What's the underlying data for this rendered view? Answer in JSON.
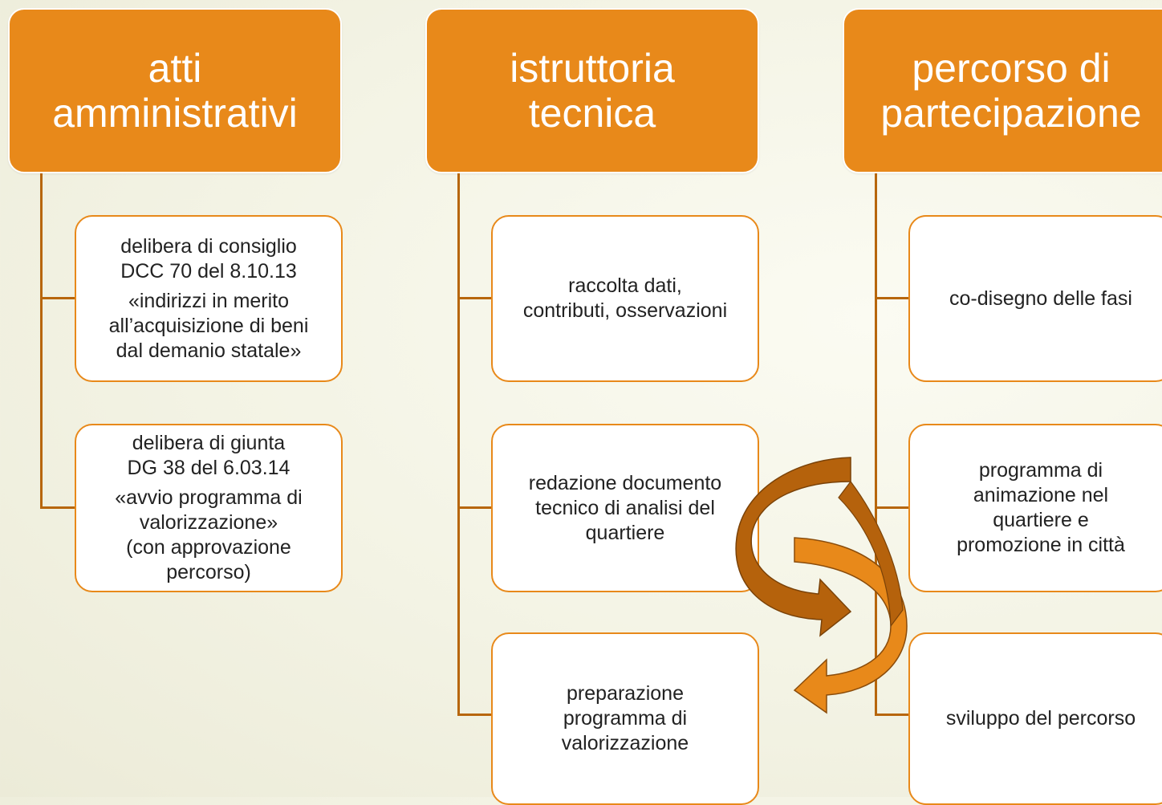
{
  "columns": [
    {
      "header": [
        "atti",
        "amministrativi"
      ],
      "items": [
        [
          "delibera di consiglio",
          "DCC 70 del 8.10.13",
          "«indirizzi in merito",
          "all’acquisizione di beni",
          "dal demanio statale»"
        ],
        [
          "delibera di giunta",
          "DG 38 del 6.03.14",
          "«avvio programma di",
          "valorizzazione»",
          "(con approvazione",
          "percorso)"
        ]
      ]
    },
    {
      "header": [
        "istruttoria",
        "tecnica"
      ],
      "items": [
        [
          "raccolta dati,",
          "contributi, osservazioni"
        ],
        [
          "redazione documento",
          "tecnico di analisi del",
          "quartiere"
        ],
        [
          "preparazione",
          "programma di",
          "valorizzazione"
        ]
      ]
    },
    {
      "header": [
        "percorso di",
        "partecipazione"
      ],
      "items": [
        [
          "co-disegno delle fasi"
        ],
        [
          "programma di",
          "animazione nel",
          "quartiere e",
          "promozione in città"
        ],
        [
          "sviluppo del percorso"
        ]
      ]
    }
  ],
  "colors": {
    "header_fill": "#e8891a",
    "connector": "#b7660c",
    "box_border": "#e8891a",
    "arrow_front": "#e8891a",
    "arrow_back": "#b5620c"
  }
}
